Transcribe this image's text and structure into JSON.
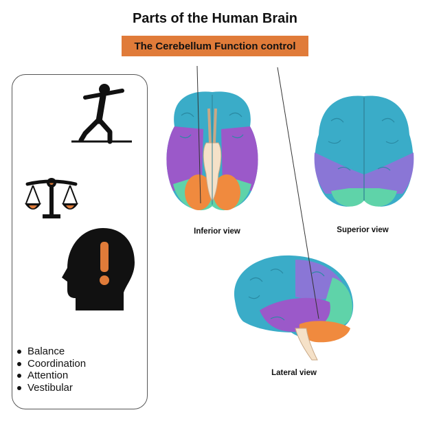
{
  "header": {
    "title": "Parts of the Human Brain",
    "subtitle": "The Cerebellum Function control"
  },
  "functions": {
    "items": [
      "Balance",
      "Coordination",
      "Attention",
      "Vestibular"
    ]
  },
  "icons": [
    "balance-walker-icon",
    "scales-icon",
    "head-alert-icon"
  ],
  "views": {
    "inferior": "Inferior view",
    "superior": "Superior view",
    "lateral": "Lateral view"
  },
  "colors": {
    "accent": "#e07b39",
    "frontal_blue": "#3aacc8",
    "temporal_purple": "#9b59c9",
    "parietal_lavender": "#8a76d6",
    "occipital_green": "#5fd3a9",
    "cerebellum_orange": "#f08a3e",
    "brainstem_beige": "#f5e1c8"
  }
}
